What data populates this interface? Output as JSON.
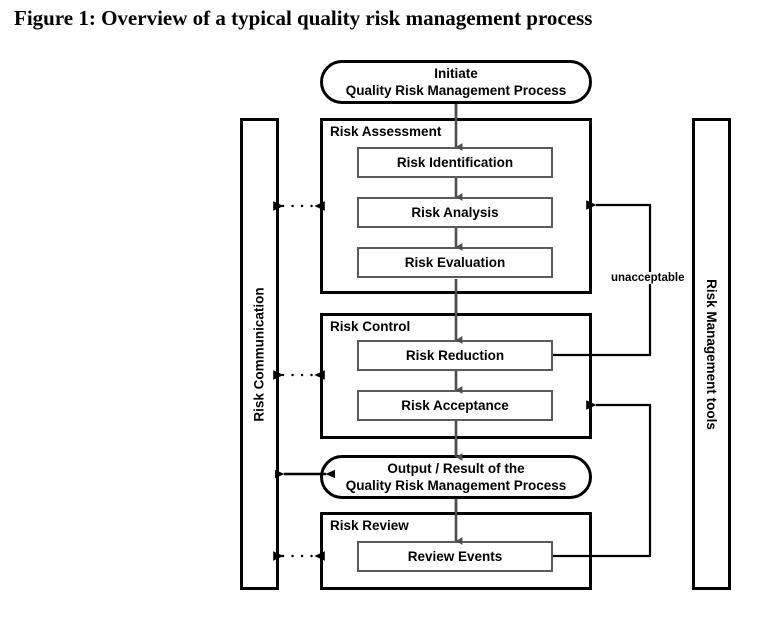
{
  "figure": {
    "title": "Figure 1: Overview of a typical quality risk management process"
  },
  "nodes": {
    "initiate": {
      "line1": "Initiate",
      "line2": "Quality Risk Management Process",
      "shape": "stadium"
    },
    "output": {
      "line1": "Output / Result of the",
      "line2": "Quality Risk Management Process",
      "shape": "stadium"
    }
  },
  "groups": {
    "risk_assessment": {
      "label": "Risk Assessment",
      "steps": [
        {
          "label": "Risk Identification"
        },
        {
          "label": "Risk Analysis"
        },
        {
          "label": "Risk Evaluation"
        }
      ]
    },
    "risk_control": {
      "label": "Risk Control",
      "steps": [
        {
          "label": "Risk Reduction"
        },
        {
          "label": "Risk Acceptance"
        }
      ]
    },
    "risk_review": {
      "label": "Risk Review",
      "steps": [
        {
          "label": "Review Events"
        }
      ]
    }
  },
  "panels": {
    "left": {
      "label": "Risk Communication"
    },
    "right": {
      "label": "Risk Management tools"
    }
  },
  "annotations": {
    "unacceptable": "unacceptable"
  },
  "colors": {
    "stroke_heavy": "#000000",
    "stroke_step": "#5a5a5a",
    "connector": "#4d4d4d",
    "background": "#ffffff",
    "text": "#000000"
  }
}
